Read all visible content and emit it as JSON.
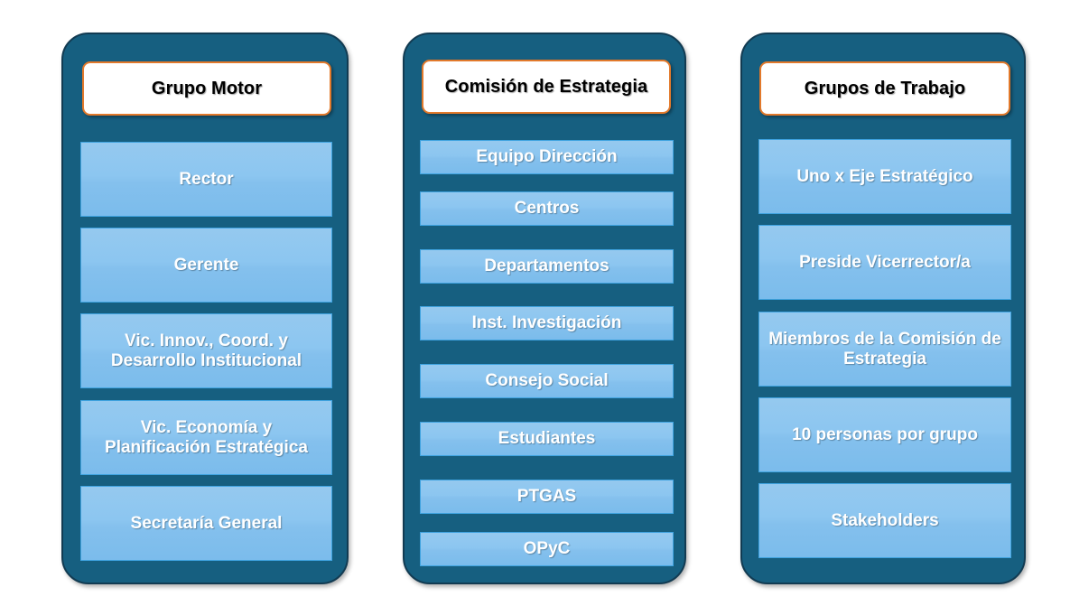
{
  "diagram": {
    "type": "three-column-grouped-boxes",
    "background_color": "#FFFFFF",
    "panel_color": "#165F80",
    "panel_border_color": "#123B52",
    "title_border_color": "#E2792B",
    "title_background_color": "#FFFFFF",
    "title_text_color": "#000000",
    "item_text_color": "#FFFFFF",
    "item_gradient_top": "#95C9EF",
    "item_gradient_bottom": "#7BBCEC",
    "item_border_color": "#3FA3E0"
  },
  "columns": [
    {
      "title": "Grupo Motor",
      "items": [
        "Rector",
        "Gerente",
        "Vic. Innov., Coord. y Desarrollo Institucional",
        "Vic. Economía y Planificación Estratégica",
        "Secretaría General"
      ]
    },
    {
      "title": "Comisión de Estrategia",
      "items": [
        "Equipo Dirección",
        "Centros",
        "Departamentos",
        "Inst. Investigación",
        "Consejo Social",
        "Estudiantes",
        "PTGAS",
        "OPyC"
      ]
    },
    {
      "title": "Grupos de Trabajo",
      "items": [
        "Uno x Eje Estratégico",
        "Preside Vicerrector/a",
        "Miembros de la Comisión de Estrategia",
        "10 personas por grupo",
        "Stakeholders"
      ]
    }
  ]
}
